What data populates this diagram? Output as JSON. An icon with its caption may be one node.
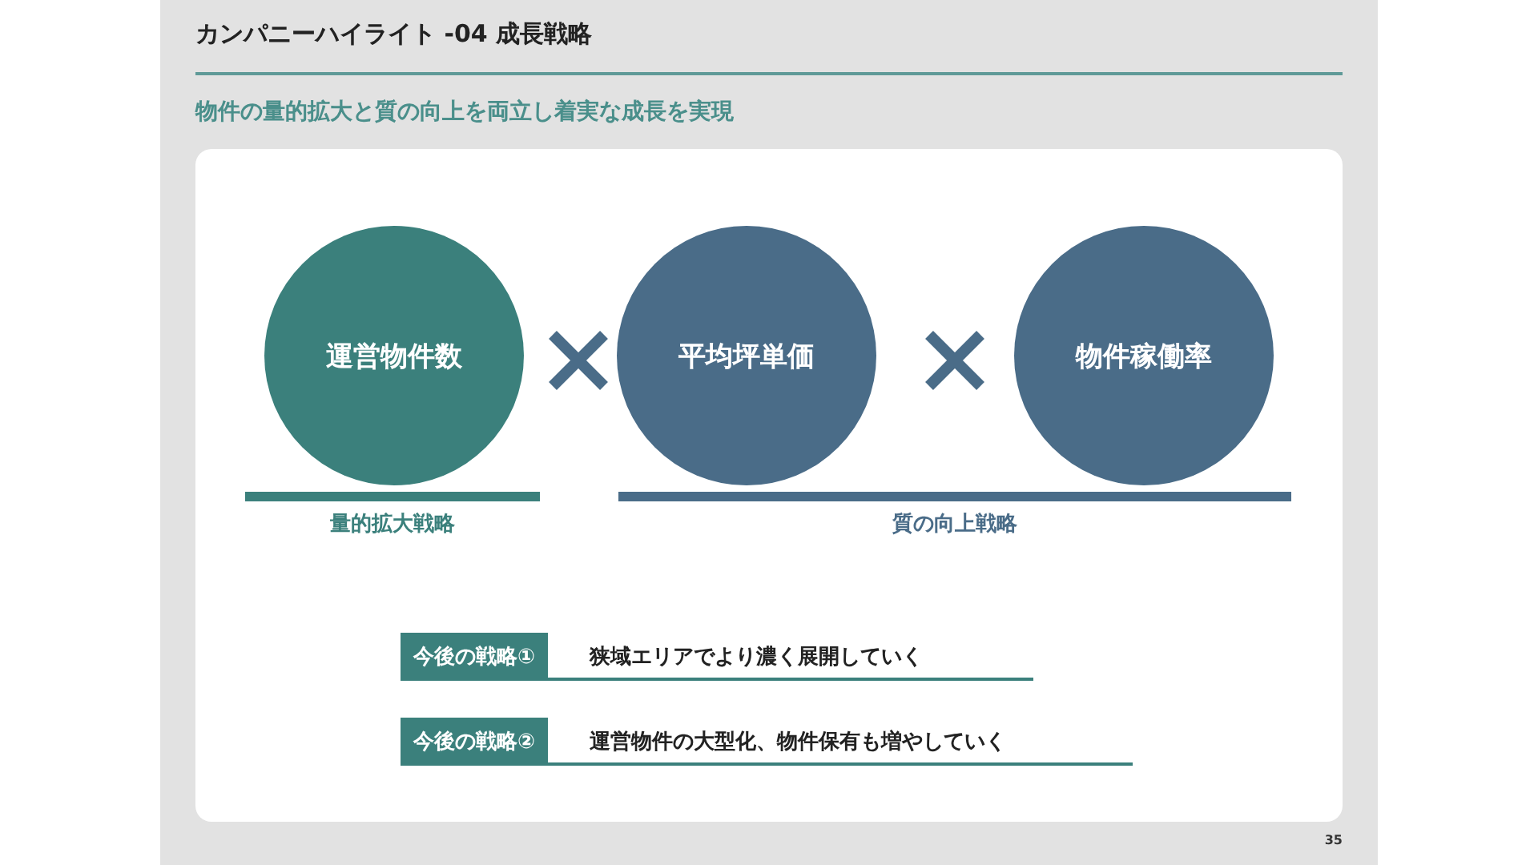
{
  "diagram": {
    "title": "カンパニーハイライト -04 成長戦略",
    "caption": "物件の量的拡大と質の向上を両立し着実な成長を実現",
    "nodes": [
      {
        "text": [
          "運営物件数"
        ]
      },
      {
        "text": [
          "平均坪単価"
        ]
      },
      {
        "text": [
          "物件稼働率"
        ]
      }
    ],
    "labels": [
      "量的拡大戦略",
      "質の向上戦略",
      "今後の戦略①",
      "狭域エリアでより濃く展開していく",
      "今後の戦略②",
      "運営物件の大型化、物件保有も増やしていく",
      "35"
    ]
  }
}
